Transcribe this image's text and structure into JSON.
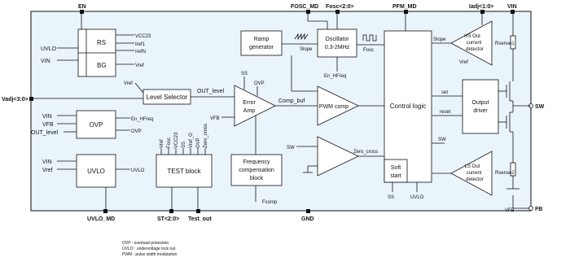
{
  "pins": {
    "en": "EN",
    "fosc_md": "FOSC_MD",
    "fosc": "Fosc<2:0>",
    "pfm_md": "PFM_MD",
    "iadj": "Iadj<1:0>",
    "vin": "VIN",
    "vadj": "Vadj<3:0>",
    "sw": "SW",
    "fb": "FB",
    "uvlo_md": "UVLO_MD",
    "st": "ST<2:0>",
    "test_out": "Test_out",
    "gnd": "GND"
  },
  "blocks": {
    "rs": "RS",
    "bg": "BG",
    "ramp_line1": "Ramp",
    "ramp_line2": "generator",
    "osc_line1": "Oscillator",
    "osc_line2": "0.3-2MHz",
    "level_selector": "Level Selector",
    "error_line1": "Error",
    "error_line2": "Amp",
    "pwm_comp": "PWM comp",
    "control_logic": "Control logic",
    "output_line1": "Output",
    "output_line2": "driver",
    "ovp": "OVP",
    "uvlo": "UVLO",
    "test_block": "TEST block",
    "freq_line1": "Frequency",
    "freq_line2": "compensation",
    "freq_line3": "block",
    "soft_line1": "Soft",
    "soft_line2": "start",
    "hs_line1": "HS Out",
    "hs_line2": "current",
    "hs_line3": "detector",
    "ls_line1": "LS Out",
    "ls_line2": "current",
    "ls_line3": "detector"
  },
  "signals": {
    "uvlo_in": "UVLO",
    "vin_in": "VIN",
    "vcc23": "VCC23",
    "iref1": "Iref1",
    "irefn": "IrefN",
    "vref": "Vref",
    "slope_osc": "Slope",
    "fosc_out": "Fosc",
    "en_hfreq_osc": "En_HFreq",
    "slope_hs": "Slope",
    "vref_hs": "Vref",
    "rsense1": "Rsense1",
    "rsense2": "Rsense2",
    "vref_err": "Vref",
    "out_level": "OUT_level",
    "ss": "SS",
    "ovp_err": "OVP",
    "vfb_err": "VFB",
    "comp_buf": "Comp_buf",
    "set": "set",
    "reset": "reset",
    "sw_logic": "SW",
    "ovp_vin": "VIN",
    "ovp_vfb": "VFB",
    "ovp_outlevel": "OUT_level",
    "en_hfreq_ovp": "En_HFreq",
    "ovp_out": "OVP",
    "uvlo_vin": "VIN",
    "uvlo_vref": "Vref",
    "uvlo_out": "UVLO",
    "test_inputs": [
      "Vref",
      "Fosc",
      "VCC23",
      "SS",
      "Vref_O",
      "OVP",
      "Zero_cross"
    ],
    "sw_zc": "SW",
    "zero_cross": "Zero_cross",
    "ss_out": "SS",
    "uvlo_sc": "UVLO",
    "fcomp": "Fcomp",
    "vfb_pin": "VFB"
  },
  "legend": [
    "OVP : overload protection",
    "UVLO : undervoltage lock out",
    "PWM : pulse width modulation"
  ]
}
